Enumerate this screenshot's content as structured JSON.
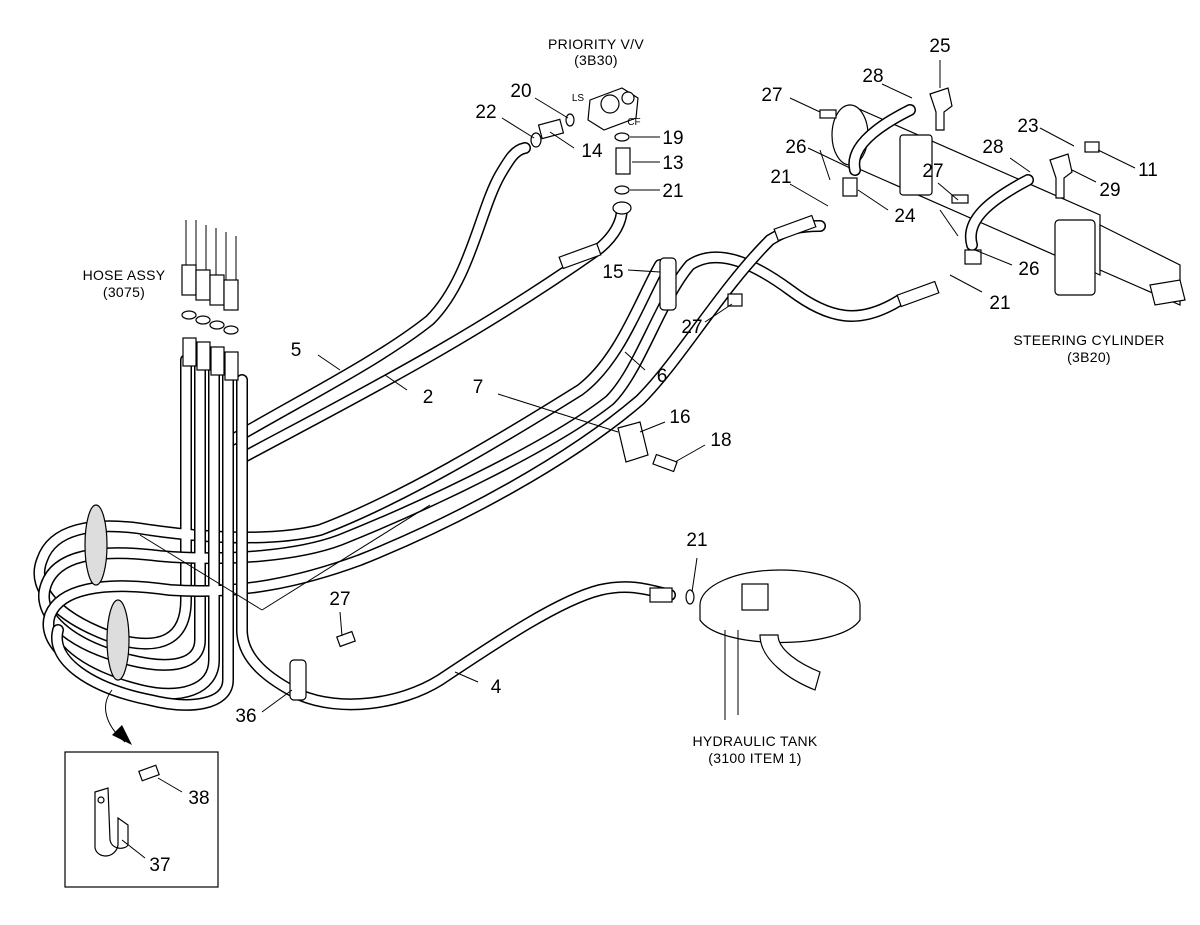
{
  "captions": {
    "priority_valve": [
      "PRIORITY V/V",
      "(3B30)"
    ],
    "hose_assy": [
      "HOSE ASSY",
      "(3075)"
    ],
    "steering_cylinder": [
      "STEERING CYLINDER",
      "(3B20)"
    ],
    "hydraulic_tank": [
      "HYDRAULIC TANK",
      "(3100 ITEM 1)"
    ]
  },
  "port_labels": {
    "ls": "LS",
    "cf": "CF"
  },
  "callouts": [
    {
      "id": "c25",
      "text": "25"
    },
    {
      "id": "c20",
      "text": "20"
    },
    {
      "id": "c22",
      "text": "22"
    },
    {
      "id": "c19",
      "text": "19"
    },
    {
      "id": "c14",
      "text": "14"
    },
    {
      "id": "c13",
      "text": "13"
    },
    {
      "id": "c21a",
      "text": "21"
    },
    {
      "id": "c28a",
      "text": "28"
    },
    {
      "id": "c27a",
      "text": "27"
    },
    {
      "id": "c23",
      "text": "23"
    },
    {
      "id": "c26a",
      "text": "26"
    },
    {
      "id": "c28b",
      "text": "28"
    },
    {
      "id": "c11",
      "text": "11"
    },
    {
      "id": "c21b",
      "text": "21"
    },
    {
      "id": "c27b",
      "text": "27"
    },
    {
      "id": "c29",
      "text": "29"
    },
    {
      "id": "c24",
      "text": "24"
    },
    {
      "id": "c15",
      "text": "15"
    },
    {
      "id": "c26b",
      "text": "26"
    },
    {
      "id": "c21c",
      "text": "21"
    },
    {
      "id": "c27c",
      "text": "27"
    },
    {
      "id": "c5",
      "text": "5"
    },
    {
      "id": "c2",
      "text": "2"
    },
    {
      "id": "c6",
      "text": "6"
    },
    {
      "id": "c7",
      "text": "7"
    },
    {
      "id": "c16",
      "text": "16"
    },
    {
      "id": "c18",
      "text": "18"
    },
    {
      "id": "c21d",
      "text": "21"
    },
    {
      "id": "c27d",
      "text": "27"
    },
    {
      "id": "c4",
      "text": "4"
    },
    {
      "id": "c36",
      "text": "36"
    },
    {
      "id": "c38",
      "text": "38"
    },
    {
      "id": "c37",
      "text": "37"
    }
  ]
}
